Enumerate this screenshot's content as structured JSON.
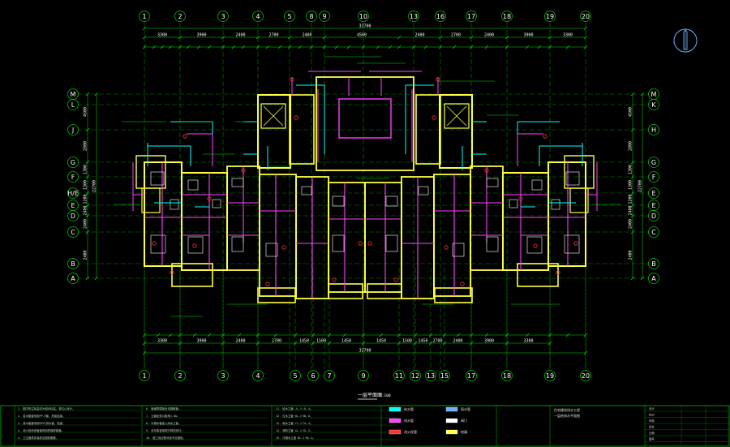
{
  "colors": {
    "background": "#000000",
    "grid_line": "#00c000",
    "wall": "#ffff40",
    "pipe": "#ff40ff",
    "water": "#00ffff",
    "dim_line": "#00e000",
    "label": "#ffffff",
    "accent_red": "#ff3030",
    "title_block": "#00c000"
  },
  "grid": {
    "top_labels": [
      "1",
      "2",
      "3",
      "4",
      "5",
      "8",
      "9",
      "10",
      "13",
      "16",
      "17",
      "18",
      "19",
      "20"
    ],
    "bottom_labels": [
      "1",
      "2",
      "3",
      "4",
      "5",
      "6",
      "7",
      "9",
      "11",
      "12",
      "13",
      "15",
      "17",
      "18",
      "19",
      "20"
    ],
    "left_labels": [
      "M",
      "L",
      "J",
      "G",
      "F",
      "H/E",
      "E",
      "D",
      "C",
      "B",
      "A"
    ],
    "right_labels": [
      "M",
      "K",
      "H",
      "G",
      "F",
      "E",
      "E",
      "D",
      "C",
      "B",
      "A"
    ]
  },
  "dimensions": {
    "overall_top": "33700",
    "overall_bottom": "33700",
    "top_row": [
      "3300",
      "3900",
      "2400",
      "2700",
      "2400",
      "4500",
      "2400",
      "2700",
      "2400",
      "3900",
      "3300"
    ],
    "bottom_row": [
      "3300",
      "3900",
      "2400",
      "2700",
      "1450",
      "1500",
      "1450",
      "1450",
      "1500",
      "1450",
      "2700",
      "2400",
      "3900",
      "3300"
    ],
    "left_side": [
      "4500",
      "2800",
      "1300",
      "1300",
      "1200",
      "2400",
      "2400",
      "2400"
    ],
    "right_side": [
      "4500",
      "2800",
      "1300",
      "1300",
      "1200",
      "2400",
      "2400",
      "2400"
    ]
  },
  "plan_title": "一层平面图",
  "plan_scale": "1:100",
  "compass_icon": "north-arrow-icon",
  "notes": {
    "left_block": [
      "1. 图中所注标高均为相对标高，单位以米计。",
      "2. 给水管道采用PP-R管，热熔连接。",
      "3. 排水管道采用UPVC排水管，粘接。",
      "4. 消火栓系统管道采用热镀锌钢管。",
      "5. 卫生器具安装参见国标图集。"
    ],
    "middle_block": [
      "6. 管道穿楼板处设钢套管。",
      "7. 立管检查口距地1.0m。",
      "8. 冷凝水管接入雨水立管。",
      "9. 未尽事宜按现行规范执行。",
      "10. 施工前应核对各专业图纸。"
    ],
    "right_block": [
      "11. 给水立管 JL-1~JL-4。",
      "12. 污水立管 WL-1~WL-6。",
      "13. 雨水立管 YL-1~YL-4。",
      "14. 消防立管 XL-1~XL-2。",
      "15. 冷凝水立管 NL-1~NL-4。"
    ]
  },
  "legend": [
    {
      "icon": "water-pipe-icon",
      "label": "给水管"
    },
    {
      "icon": "drain-pipe-icon",
      "label": "排水管"
    },
    {
      "icon": "fire-pipe-icon",
      "label": "消火栓管"
    },
    {
      "icon": "rain-pipe-icon",
      "label": "雨水管"
    },
    {
      "icon": "valve-icon",
      "label": "阀门"
    },
    {
      "icon": "floor-drain-icon",
      "label": "地漏"
    }
  ],
  "title_block": {
    "project": "住宅楼给排水工程",
    "drawing_name": "一层给排水平面图",
    "rows": [
      "设计",
      "校对",
      "审核",
      "审定",
      "日期",
      "图号"
    ]
  }
}
